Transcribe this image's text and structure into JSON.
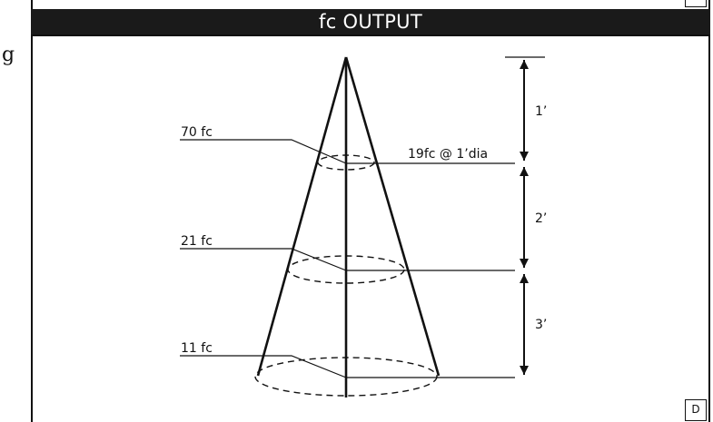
{
  "header": {
    "title": "fc OUTPUT"
  },
  "side_glyph": "g",
  "corner_label": "D",
  "labels": {
    "top_fc": "70 fc",
    "middle_fc": "21 fc",
    "bottom_fc": "11 fc",
    "spot": "19fc @ 1’dia"
  },
  "dimensions": {
    "d1": "1’",
    "d2": "2’",
    "d3": "3’"
  }
}
